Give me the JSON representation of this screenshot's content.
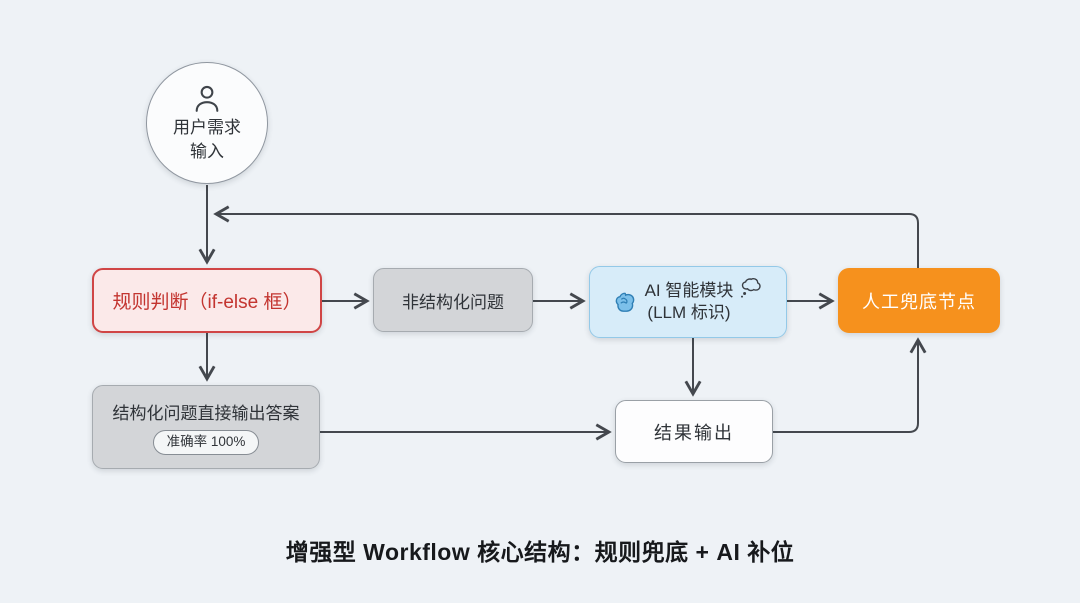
{
  "title": "增强型 Workflow 核心结构：规则兜底 + AI 补位",
  "nodes": {
    "user_input": {
      "line1": "用户需求",
      "line2": "输入"
    },
    "rule_judgment": {
      "label": "规则判断（if-else 框）"
    },
    "unstructured_question": {
      "label": "非结构化问题"
    },
    "ai_module": {
      "line1": "AI 智能模块",
      "line2": "(LLM 标识)"
    },
    "manual_fallback": {
      "label": "人工兜底节点"
    },
    "structured_answer": {
      "label": "结构化问题直接输出答案",
      "badge": "准确率 100%"
    },
    "result_output": {
      "label": "结果输出"
    }
  },
  "icons": {
    "user": "person-icon",
    "brain": "brain-icon",
    "thought": "thought-bubble-icon"
  },
  "edges": [
    {
      "from": "user_input",
      "to": "rule_judgment"
    },
    {
      "from": "rule_judgment",
      "to": "unstructured_question"
    },
    {
      "from": "unstructured_question",
      "to": "ai_module"
    },
    {
      "from": "ai_module",
      "to": "manual_fallback"
    },
    {
      "from": "ai_module",
      "to": "result_output"
    },
    {
      "from": "rule_judgment",
      "to": "structured_answer"
    },
    {
      "from": "structured_answer",
      "to": "result_output"
    },
    {
      "from": "result_output",
      "to": "manual_fallback"
    },
    {
      "from": "manual_fallback",
      "to": "user_input_line_feedback"
    }
  ],
  "colors": {
    "background": "#eef2f6",
    "line": "#44484e",
    "rule_border": "#d04545",
    "rule_bg": "#fbe9e9",
    "rule_text": "#c3342f",
    "gray_bg": "#d3d5d8",
    "gray_border": "#a6abb0",
    "blue_bg": "#d7ecf9",
    "blue_border": "#93c9e8",
    "orange_bg": "#f6911d",
    "text_dark": "#2f3338"
  }
}
